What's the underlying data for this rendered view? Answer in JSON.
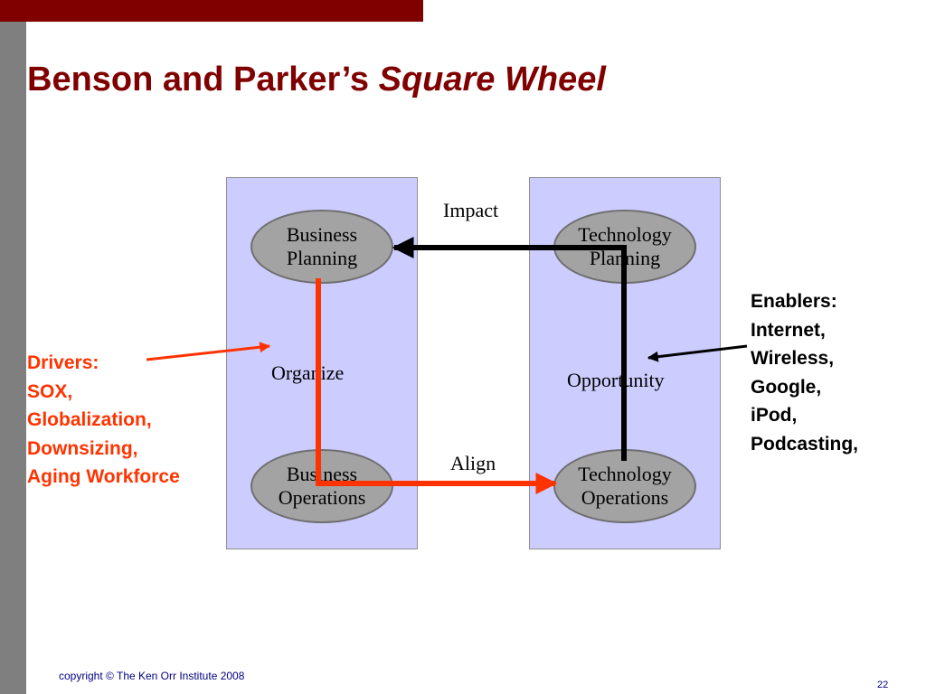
{
  "title": {
    "main": "Benson and Parker’s ",
    "italic": "Square Wheel"
  },
  "diagram": {
    "ovals": {
      "business_planning": [
        "Business",
        "Planning"
      ],
      "technology_planning": [
        "Technology",
        "Planning"
      ],
      "business_operations": [
        "Business",
        "Operations"
      ],
      "technology_operations": [
        "Technology",
        "Operations"
      ]
    },
    "labels": {
      "impact": "Impact",
      "align": "Align",
      "organize": "Organize",
      "opportunity": "Opportunity"
    }
  },
  "drivers": {
    "heading": "Drivers:",
    "items": [
      "SOX,",
      "Globalization,",
      "Downsizing,",
      "Aging Workforce"
    ]
  },
  "enablers": {
    "heading": "Enablers:",
    "items": [
      "Internet,",
      "Wireless,",
      "Google,",
      "iPod,",
      "Podcasting,"
    ]
  },
  "colors": {
    "accent": "#800000",
    "sidebar": "#7f7f7f",
    "panel": "#ccccff",
    "oval": "#a3a3a3",
    "drivers": "#ff3300",
    "footer": "#000080"
  },
  "footer": {
    "copyright": "copyright © The Ken Orr Institute 2008",
    "page": "22"
  }
}
